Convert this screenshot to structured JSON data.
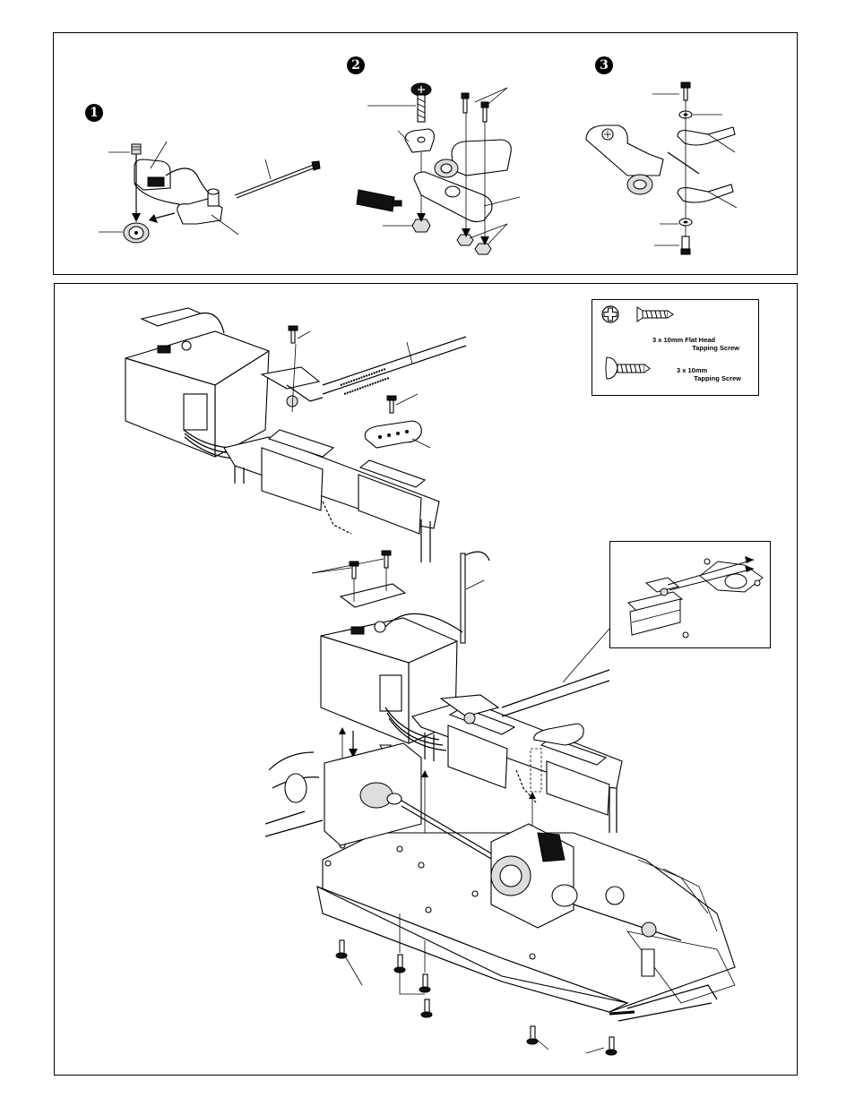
{
  "steps": [
    {
      "number": "1"
    },
    {
      "number": "2"
    },
    {
      "number": "3"
    }
  ],
  "legend": {
    "flat_head_label_line1": "3 x 10mm Flat Head",
    "flat_head_label_line2": "Tapping Screw",
    "tapping_label_line1": "3 x 10mm",
    "tapping_label_line2": "Tapping Screw"
  },
  "icons": {
    "phillips": "phillips-head-icon",
    "flat_head_screw": "flat-head-screw-icon",
    "pan_head_screw": "pan-head-screw-icon"
  }
}
